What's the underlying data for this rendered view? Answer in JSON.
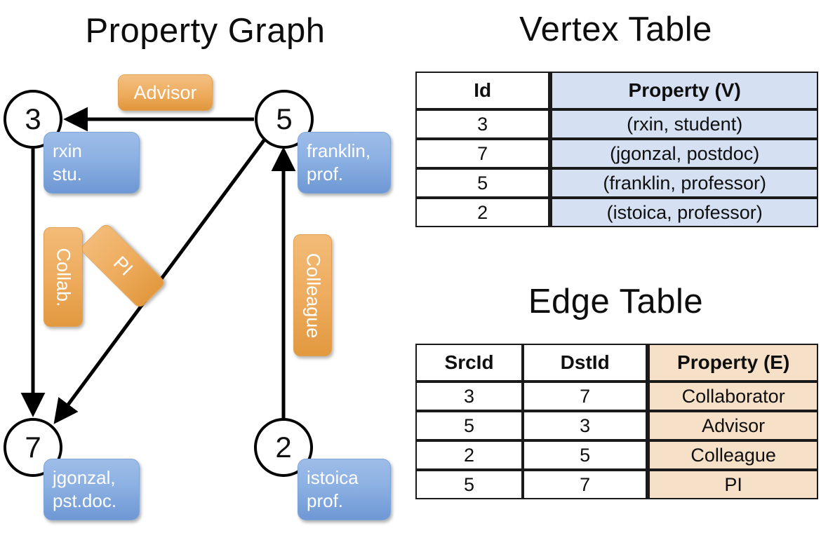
{
  "titles": {
    "property_graph": "Property Graph",
    "vertex_table": "Vertex Table",
    "edge_table": "Edge Table"
  },
  "colors": {
    "vertex_property_fill": "#d5e1f2",
    "edge_property_fill": "#f6e0c7",
    "node_box_blue": "#8bb0e2",
    "edge_label_orange": "#eeac5e",
    "stroke": "#000000"
  },
  "graph": {
    "nodes": [
      {
        "id": "3",
        "property": "rxin\nstu."
      },
      {
        "id": "5",
        "property": "franklin,\nprof."
      },
      {
        "id": "7",
        "property": "jgonzal,\npst.doc."
      },
      {
        "id": "2",
        "property": "istoica\nprof."
      }
    ],
    "edge_labels": [
      {
        "name": "advisor",
        "text": "Advisor"
      },
      {
        "name": "collab",
        "text": "Collab."
      },
      {
        "name": "pi",
        "text": "PI"
      },
      {
        "name": "colleague",
        "text": "Colleague"
      }
    ]
  },
  "vertex_table": {
    "headers": [
      "Id",
      "Property (V)"
    ],
    "rows": [
      [
        "3",
        "(rxin, student)"
      ],
      [
        "7",
        "(jgonzal, postdoc)"
      ],
      [
        "5",
        "(franklin, professor)"
      ],
      [
        "2",
        "(istoica, professor)"
      ]
    ]
  },
  "edge_table": {
    "headers": [
      "SrcId",
      "DstId",
      "Property (E)"
    ],
    "rows": [
      [
        "3",
        "7",
        "Collaborator"
      ],
      [
        "5",
        "3",
        "Advisor"
      ],
      [
        "2",
        "5",
        "Colleague"
      ],
      [
        "5",
        "7",
        "PI"
      ]
    ]
  }
}
